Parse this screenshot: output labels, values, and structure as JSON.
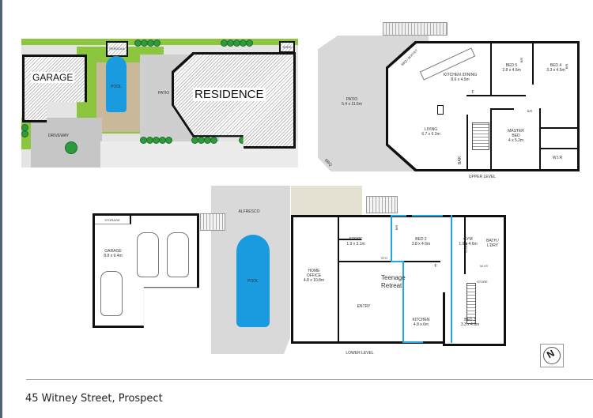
{
  "address": "45 Witney Street, Prospect",
  "site_plan": {
    "labels": {
      "garage": "GARAGE",
      "residence": "RESIDENCE",
      "pergola": "PERGOLA",
      "shed": "SHED",
      "pool": "POOL",
      "patio": "PATIO",
      "driveway": "DRIVEWAY",
      "bbq": "BBQ"
    }
  },
  "upper_level": {
    "title": "UPPER LEVEL",
    "rooms": {
      "patio_name": "PATIO",
      "patio_size": "5.4 x 11.6m",
      "bbq_buffet": "BBQ / BUFFET",
      "kitchen_name": "KITCHEN /DINING",
      "kitchen_size": "8.6 x 4.5m",
      "bed5_name": "BED 5",
      "bed5_size": "2.8 x 4.5m",
      "bed4_name": "BED 4",
      "bed4_size": "3.3 x 4.5m",
      "living_name": "LIVING",
      "living_size": "6.7 x 6.2m",
      "master_name": "MASTER",
      "master_name2": "BED",
      "master_size": "4 x 5.2m",
      "br1": "B/R",
      "br2": "B/R",
      "br3": "B/R",
      "wir": "W.I.R",
      "bar": "BAR",
      "bbq": "BBQ",
      "f": "F"
    }
  },
  "lower_level": {
    "title": "LOWER LEVEL",
    "rooms": {
      "storage": "STORAGE",
      "garage_name": "GARAGE",
      "garage_size": "8.8 x 9.4m",
      "alfresco": "ALFRESCO",
      "pool": "POOL",
      "home_office_name": "HOME",
      "home_office_name2": "OFFICE",
      "home_office_size": "4.8 x 10.8m",
      "store_name": "STORE",
      "store_size": "1.9 x 3.1m",
      "bed2_name": "BED 2",
      "bed2_size": "3.8 x 4.6m",
      "gym_name": "GYM",
      "gym_size": "1.9 x 4.6m",
      "bath_name": "BATH /",
      "bath_name2": "L'DRY",
      "entry": "ENTRY",
      "teenage_retreat": "Teenage Retreat",
      "kitchen_name": "KITCHEN",
      "kitchen_size": "4.8 x 6m",
      "bed3_name": "BED 3",
      "bed3_size": "3.3 x 4.9m",
      "sto": "STO",
      "store_small": "STORE",
      "store_v": "STORE",
      "wir": "W.I.R",
      "br": "B/R",
      "f": "F"
    }
  },
  "compass": {
    "symbol": "N"
  }
}
